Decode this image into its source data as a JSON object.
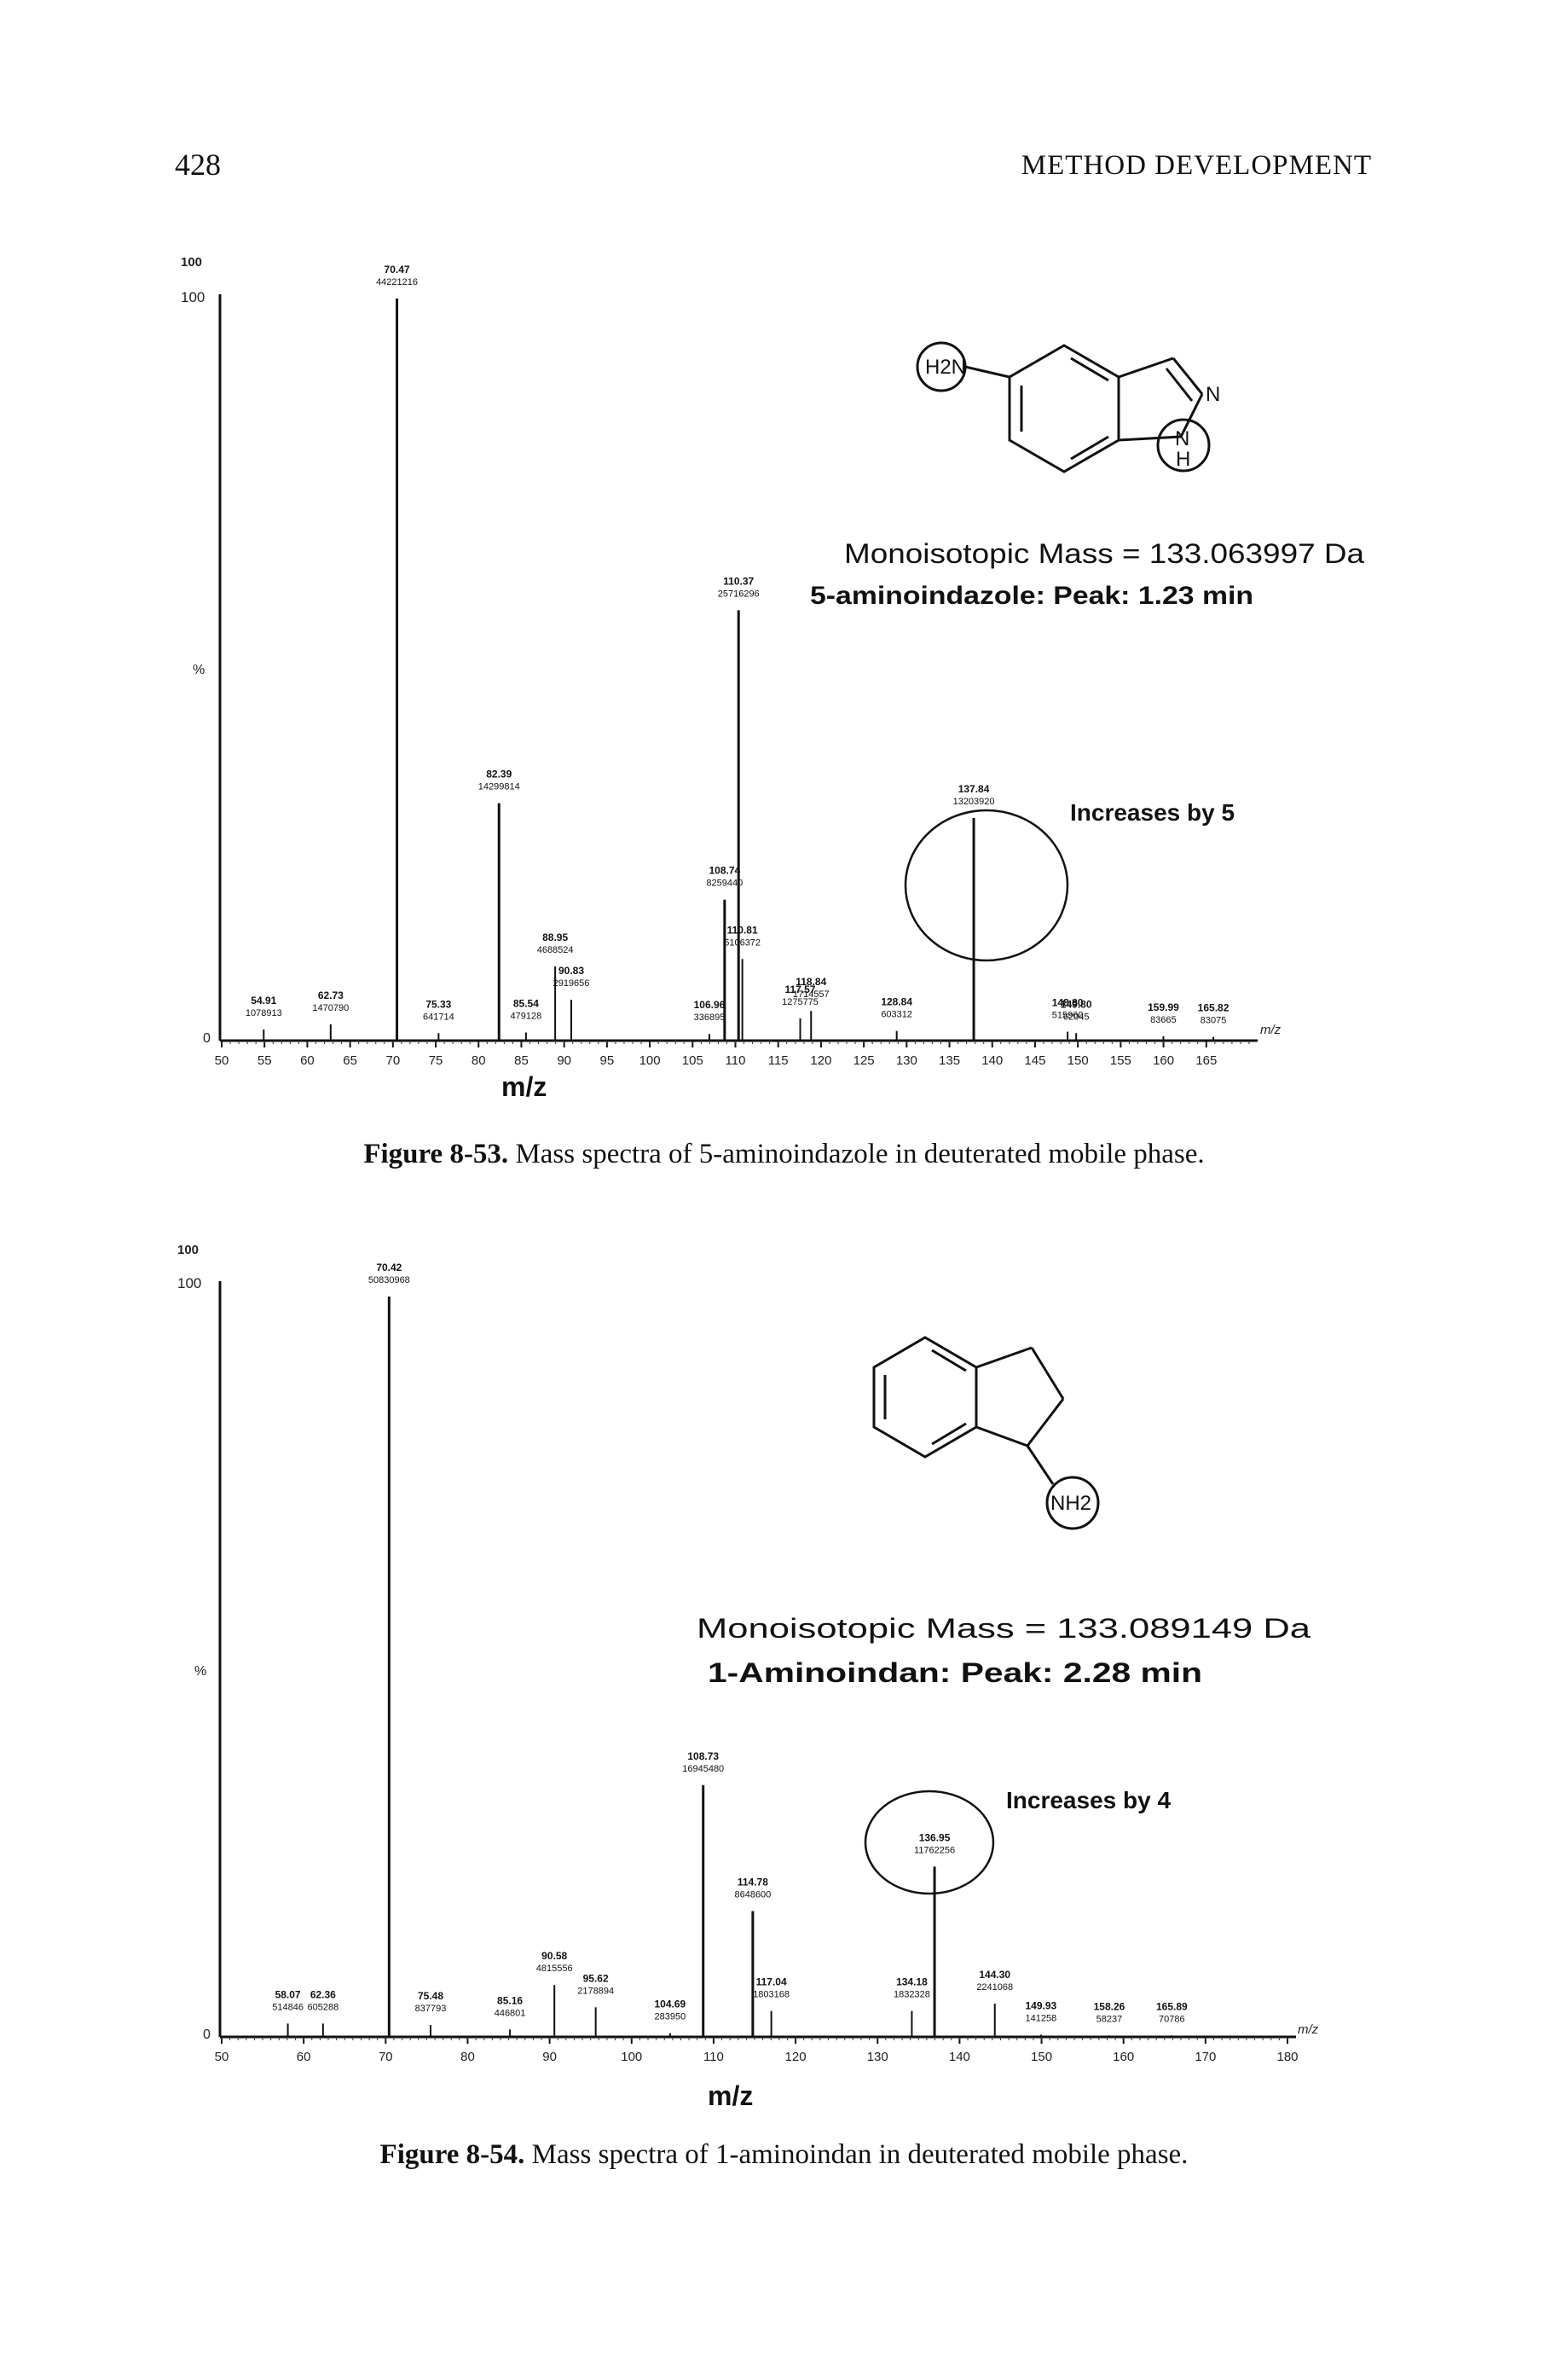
{
  "page": {
    "number": "428",
    "running_head": "METHOD DEVELOPMENT"
  },
  "figures": [
    {
      "caption_label": "Figure 8-53.",
      "caption_text": " Mass spectra of 5-aminoindazole in deuterated mobile phase.",
      "corner_text": "100",
      "y_ticks": [
        "100",
        "%",
        "0"
      ],
      "x_label": "m/z",
      "x_unit_tag": "m/z",
      "monoisotopic_text": "Monoisotopic Mass  = 133.063997 Da",
      "compound_text": "5-aminoindazole: Peak: 1.23 min",
      "annotation": "Increases by 5",
      "structure_labels": [
        "H2N",
        "N",
        "N",
        "H"
      ]
    },
    {
      "caption_label": "Figure 8-54.",
      "caption_text": " Mass spectra of 1-aminoindan in deuterated mobile phase.",
      "corner_text": "100",
      "y_ticks": [
        "100",
        "%",
        "0"
      ],
      "x_label": "m/z",
      "x_unit_tag": "m/z",
      "monoisotopic_text": "Monoisotopic Mass  = 133.089149 Da",
      "compound_text": "1-Aminoindan: Peak: 2.28 min",
      "annotation": "Increases by 4",
      "structure_labels": [
        "NH2"
      ]
    }
  ],
  "chart_data": [
    {
      "type": "bar",
      "title": "",
      "xlabel": "m/z",
      "ylabel": "%",
      "xlim": [
        50,
        170
      ],
      "ylim": [
        0,
        100
      ],
      "x_ticks": [
        50,
        55,
        60,
        65,
        70,
        75,
        80,
        85,
        90,
        95,
        100,
        105,
        110,
        115,
        120,
        125,
        130,
        135,
        140,
        145,
        150,
        155,
        160,
        165
      ],
      "peaks": [
        {
          "mz": 54.91,
          "intensity": 1.5,
          "label": "54.91",
          "counts": "1078913"
        },
        {
          "mz": 62.73,
          "intensity": 2.2,
          "label": "62.73",
          "counts": "1470790"
        },
        {
          "mz": 70.47,
          "intensity": 100,
          "label": "70.47",
          "counts": "44221216"
        },
        {
          "mz": 75.33,
          "intensity": 1.0,
          "label": "75.33",
          "counts": "641714"
        },
        {
          "mz": 82.39,
          "intensity": 32,
          "label": "82.39",
          "counts": "14299814"
        },
        {
          "mz": 85.54,
          "intensity": 1.1,
          "label": "85.54",
          "counts": "479128"
        },
        {
          "mz": 88.95,
          "intensity": 10,
          "label": "88.95",
          "counts": "4688524"
        },
        {
          "mz": 90.83,
          "intensity": 5.5,
          "label": "90.83",
          "counts": "2919656"
        },
        {
          "mz": 106.96,
          "intensity": 0.9,
          "label": "106.96",
          "counts": "336895"
        },
        {
          "mz": 108.74,
          "intensity": 19,
          "label": "108.74",
          "counts": "8259440"
        },
        {
          "mz": 110.37,
          "intensity": 58,
          "label": "110.37",
          "counts": "25716296"
        },
        {
          "mz": 110.81,
          "intensity": 11,
          "label": "110.81",
          "counts": "5106372"
        },
        {
          "mz": 117.57,
          "intensity": 3,
          "label": "117.57",
          "counts": "1275775"
        },
        {
          "mz": 118.84,
          "intensity": 4,
          "label": "118.84",
          "counts": "1714557"
        },
        {
          "mz": 128.84,
          "intensity": 1.3,
          "label": "128.84",
          "counts": "603312"
        },
        {
          "mz": 137.84,
          "intensity": 30,
          "label": "137.84",
          "counts": "13203920"
        },
        {
          "mz": 148.8,
          "intensity": 1.2,
          "label": "148.80",
          "counts": "515960"
        },
        {
          "mz": 149.8,
          "intensity": 1.0,
          "label": "149.80",
          "counts": "62045"
        },
        {
          "mz": 159.99,
          "intensity": 0.6,
          "label": "159.99",
          "counts": "83665"
        },
        {
          "mz": 165.82,
          "intensity": 0.5,
          "label": "165.82",
          "counts": "83075"
        }
      ]
    },
    {
      "type": "bar",
      "title": "",
      "xlabel": "m/z",
      "ylabel": "%",
      "xlim": [
        50,
        180
      ],
      "ylim": [
        0,
        100
      ],
      "x_ticks": [
        50,
        60,
        70,
        80,
        90,
        100,
        110,
        120,
        130,
        140,
        150,
        160,
        170,
        180
      ],
      "peaks": [
        {
          "mz": 58.07,
          "intensity": 1.8,
          "label": "58.07",
          "counts": "514846"
        },
        {
          "mz": 62.36,
          "intensity": 1.8,
          "label": "62.36",
          "counts": "605288"
        },
        {
          "mz": 70.42,
          "intensity": 100,
          "label": "70.42",
          "counts": "50830968"
        },
        {
          "mz": 75.48,
          "intensity": 1.6,
          "label": "75.48",
          "counts": "837793"
        },
        {
          "mz": 85.16,
          "intensity": 1.0,
          "label": "85.16",
          "counts": "446801"
        },
        {
          "mz": 90.58,
          "intensity": 7,
          "label": "90.58",
          "counts": "4815556"
        },
        {
          "mz": 95.62,
          "intensity": 4,
          "label": "95.62",
          "counts": "2178894"
        },
        {
          "mz": 104.69,
          "intensity": 0.5,
          "label": "104.69",
          "counts": "283950"
        },
        {
          "mz": 108.73,
          "intensity": 34,
          "label": "108.73",
          "counts": "16945480"
        },
        {
          "mz": 114.78,
          "intensity": 17,
          "label": "114.78",
          "counts": "8648600"
        },
        {
          "mz": 117.04,
          "intensity": 3.5,
          "label": "117.04",
          "counts": "1803168"
        },
        {
          "mz": 134.18,
          "intensity": 3.5,
          "label": "134.18",
          "counts": "1832328"
        },
        {
          "mz": 136.95,
          "intensity": 23,
          "label": "136.95",
          "counts": "11762256"
        },
        {
          "mz": 144.3,
          "intensity": 4.5,
          "label": "144.30",
          "counts": "2241068"
        },
        {
          "mz": 149.93,
          "intensity": 0.3,
          "label": "149.93",
          "counts": "141258"
        },
        {
          "mz": 158.26,
          "intensity": 0.2,
          "label": "158.26",
          "counts": "58237"
        },
        {
          "mz": 165.89,
          "intensity": 0.2,
          "label": "165.89",
          "counts": "70786"
        }
      ]
    }
  ]
}
